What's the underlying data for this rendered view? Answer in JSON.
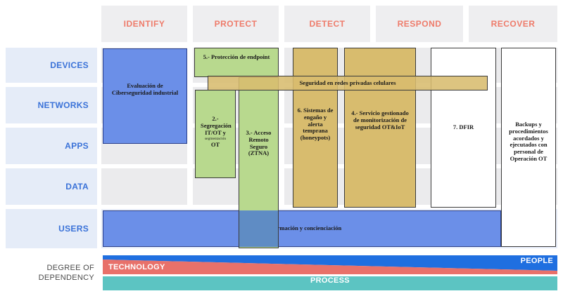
{
  "columns": [
    "IDENTIFY",
    "PROTECT",
    "DETECT",
    "RESPOND",
    "RECOVER"
  ],
  "rows": [
    "DEVICES",
    "NETWORKS",
    "APPS",
    "DATA",
    "USERS"
  ],
  "boxes": {
    "evaluacion": "Evaluación de Ciberseguridad industrial",
    "proteccion": "5.- Protección de endpoint",
    "redes": "Seguridad en redes privadas celulares",
    "segregacion_a": "2.- Segregación IT/OT y",
    "segregacion_b": "segmentación",
    "segregacion_c": "OT",
    "acceso": "3.- Acceso Remoto Seguro (ZTNA)",
    "enganio": "6. Sistemas de engaño y alerta temprana (honeypots)",
    "servicio": "4.- Servicio gestionado de monitorización de seguridad OT&IoT",
    "dfir": "7. DFIR",
    "backups": "Backups y procedimientos acordados y ejecutados con personal de Operación OT",
    "formacion": "1.- Formación y concienciación"
  },
  "dependency": {
    "label_line1": "DEGREE OF",
    "label_line2": "DEPENDENCY",
    "technology": "TECHNOLOGY",
    "people": "PEOPLE",
    "process": "PROCESS"
  },
  "colors": {
    "header_text": "#ee7b6a",
    "row_text": "#3a72d8",
    "blue_box": "#6b8fe8",
    "green_box": "#b8d98e",
    "gold_box": "#d8bc6e",
    "technology": "#e8716a",
    "people": "#1f6fe0",
    "process": "#5cc4c2"
  }
}
